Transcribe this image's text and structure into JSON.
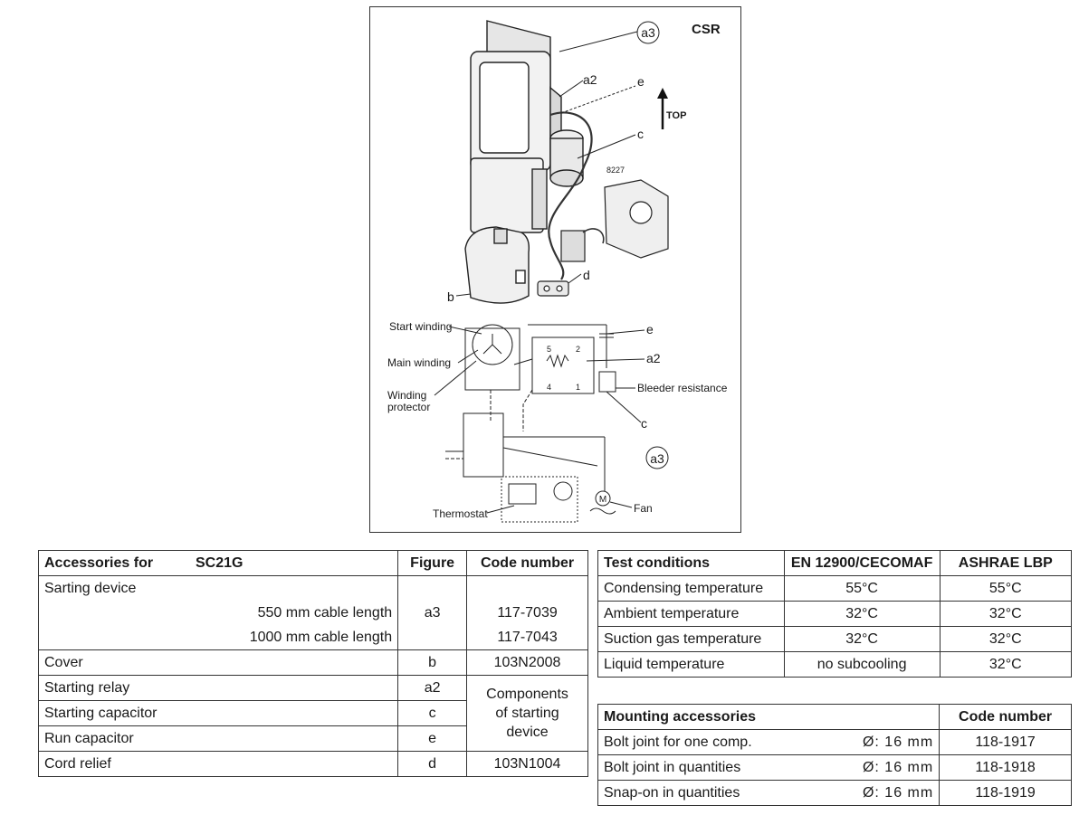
{
  "figure": {
    "labels": {
      "csr": "CSR",
      "a3": "a3",
      "a2": "a2",
      "e": "e",
      "c": "c",
      "b": "b",
      "d": "d",
      "top": "TOP",
      "num_8227": "8227",
      "start_winding": "Start winding",
      "main_winding": "Main winding",
      "winding_protector_1": "Winding",
      "winding_protector_2": "protector",
      "bleeder_resistance": "Bleeder resistance",
      "thermostat": "Thermostat",
      "fan": "Fan",
      "fan_m": "M",
      "term_5": "5",
      "term_2": "2",
      "term_4": "4",
      "term_1": "1"
    }
  },
  "accessories": {
    "header": {
      "title": "Accessories for",
      "model": "SC21G",
      "figure": "Figure",
      "code": "Code number"
    },
    "starting_device": "Sarting device",
    "cable_550": "550 mm cable length",
    "cable_1000": "1000 mm cable length",
    "fig_a3": "a3",
    "code_550": "117-7039",
    "code_1000": "117-7043",
    "cover": "Cover",
    "fig_b": "b",
    "code_cover": "103N2008",
    "relay": "Starting relay",
    "fig_a2": "a2",
    "capacitor": "Starting capacitor",
    "fig_c": "c",
    "run_capacitor": "Run capacitor",
    "fig_e": "e",
    "components_1": "Components",
    "components_2": "of starting",
    "components_3": "device",
    "cord_relief": "Cord relief",
    "fig_d": "d",
    "code_cord": "103N1004"
  },
  "test_conditions": {
    "header": {
      "title": "Test conditions",
      "en": "EN 12900/CECOMAF",
      "ashrae": "ASHRAE LBP"
    },
    "rows": [
      {
        "label": "Condensing temperature",
        "en": "55°C",
        "ashrae": "55°C"
      },
      {
        "label": "Ambient temperature",
        "en": "32°C",
        "ashrae": "32°C"
      },
      {
        "label": "Suction gas temperature",
        "en": "32°C",
        "ashrae": "32°C"
      },
      {
        "label": "Liquid temperature",
        "en": "no subcooling",
        "ashrae": "32°C"
      }
    ]
  },
  "mounting": {
    "header": {
      "title": "Mounting accessories",
      "code": "Code number"
    },
    "rows": [
      {
        "label": "Bolt joint for one comp.",
        "size": "Ø: 16 mm",
        "code": "118-1917"
      },
      {
        "label": "Bolt joint in quantities",
        "size": "Ø: 16 mm",
        "code": "118-1918"
      },
      {
        "label": "Snap-on in quantities",
        "size": "Ø: 16 mm",
        "code": "118-1919"
      }
    ]
  }
}
